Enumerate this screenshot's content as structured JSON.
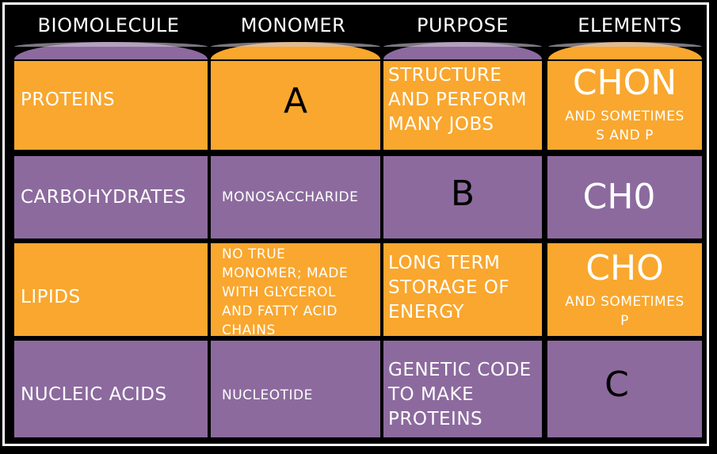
{
  "headers": [
    "BIOMOLECULE",
    "MONOMER",
    "PURPOSE",
    "ELEMENTS"
  ],
  "rows": [
    {
      "biomolecule": "PROTEINS",
      "monomer": "A",
      "purpose": [
        "STRUCTURE",
        "AND PERFORM",
        "MANY JOBS"
      ],
      "elements_main": "CHON",
      "elements_note": [
        "AND SOMETIMES",
        "S AND P"
      ]
    },
    {
      "biomolecule": "CARBOHYDRATES",
      "monomer": "MONOSACCHARIDE",
      "purpose": "B",
      "elements_main": "CH0"
    },
    {
      "biomolecule": "LIPIDS",
      "monomer": [
        "NO TRUE",
        "MONOMER; MADE",
        "WITH GLYCEROL",
        "AND FATTY ACID",
        "CHAINS"
      ],
      "purpose": [
        "LONG TERM",
        "STORAGE OF",
        "ENERGY"
      ],
      "elements_main": "CHO",
      "elements_note": [
        "AND SOMETIMES",
        "P"
      ]
    },
    {
      "biomolecule": "NUCLEIC ACIDS",
      "monomer": "NUCLEOTIDE",
      "purpose": [
        "GENETIC CODE",
        "TO MAKE",
        "PROTEINS"
      ],
      "elements_main": "C"
    }
  ]
}
